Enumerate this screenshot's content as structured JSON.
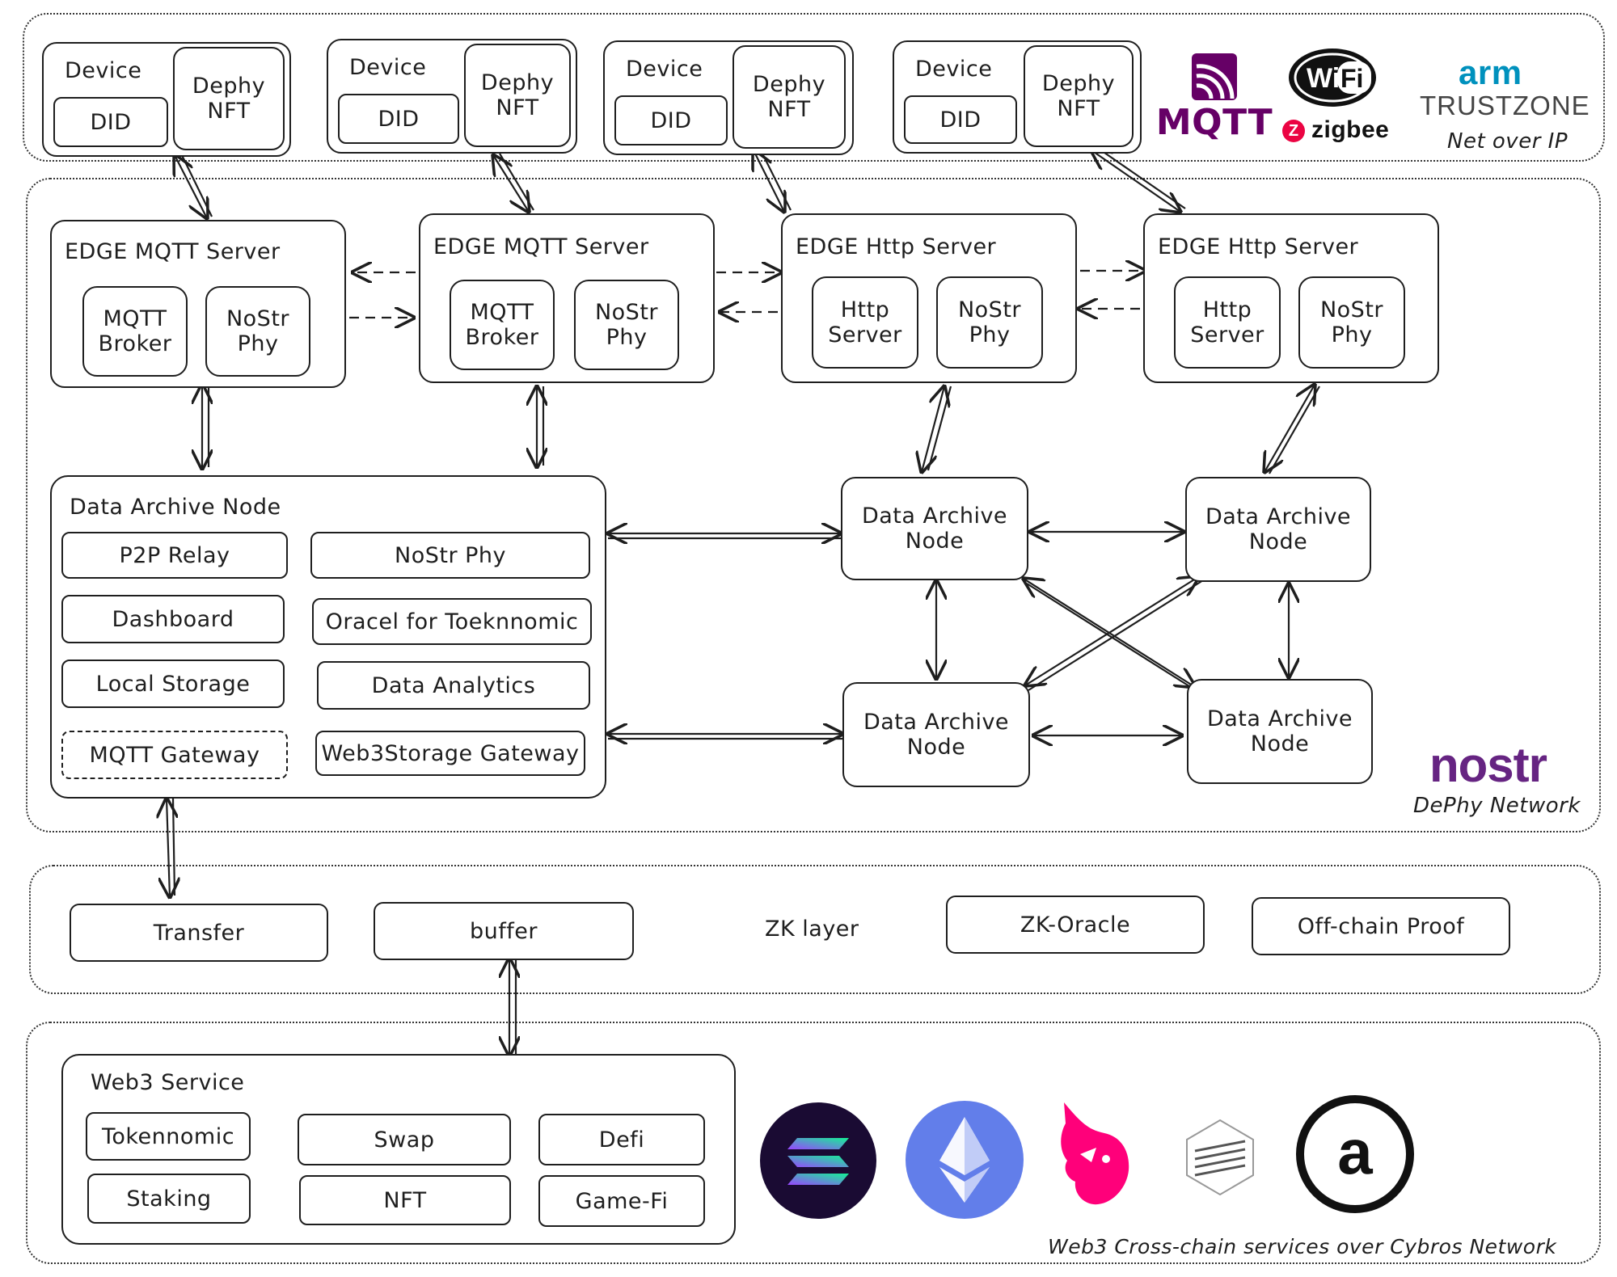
{
  "devices": [
    {
      "device": "Device",
      "did": "DID",
      "nft_line1": "Dephy",
      "nft_line2": "NFT"
    },
    {
      "device": "Device",
      "did": "DID",
      "nft_line1": "Dephy",
      "nft_line2": "NFT"
    },
    {
      "device": "Device",
      "did": "DID",
      "nft_line1": "Dephy",
      "nft_line2": "NFT"
    },
    {
      "device": "Device",
      "did": "DID",
      "nft_line1": "Dephy",
      "nft_line2": "NFT"
    }
  ],
  "device_layer": {
    "label": "Net over IP",
    "logos": {
      "mqtt": "MQTT",
      "wifi": "Wi Fi",
      "zigbee": "zigbee",
      "arm": "arm",
      "trustzone": "TRUSTZONE"
    }
  },
  "edge_servers": [
    {
      "title": "EDGE MQTT Server",
      "a1": "MQTT",
      "a2": "Broker",
      "b1": "NoStr",
      "b2": "Phy"
    },
    {
      "title": "EDGE MQTT Server",
      "a1": "MQTT",
      "a2": "Broker",
      "b1": "NoStr",
      "b2": "Phy"
    },
    {
      "title": "EDGE Http Server",
      "a1": "Http",
      "a2": "Server",
      "b1": "NoStr",
      "b2": "Phy"
    },
    {
      "title": "EDGE Http Server",
      "a1": "Http",
      "a2": "Server",
      "b1": "NoStr",
      "b2": "Phy"
    }
  ],
  "main_archive": {
    "title": "Data Archive Node",
    "items": [
      "P2P Relay",
      "NoStr Phy",
      "Dashboard",
      "Oracel for Toeknnomic",
      "Local Storage",
      "Data Analytics",
      "MQTT Gateway",
      "Web3Storage Gateway"
    ]
  },
  "archive_nodes": [
    {
      "l1": "Data Archive",
      "l2": "Node"
    },
    {
      "l1": "Data Archive",
      "l2": "Node"
    },
    {
      "l1": "Data Archive",
      "l2": "Node"
    },
    {
      "l1": "Data Archive",
      "l2": "Node"
    }
  ],
  "dephy_layer": {
    "logo": "nostr",
    "label": "DePhy Network"
  },
  "zk_layer": {
    "transfer": "Transfer",
    "buffer": "buffer",
    "label": "ZK layer",
    "oracle": "ZK-Oracle",
    "proof": "Off-chain Proof"
  },
  "web3": {
    "title": "Web3 Service",
    "items": [
      "Tokennomic",
      "Swap",
      "Defi",
      "Staking",
      "NFT",
      "Game-Fi"
    ],
    "label": "Web3 Cross-chain services over Cybros Network",
    "logos": [
      "solana",
      "ethereum",
      "uniswap",
      "cross-chain-bridge",
      "arweave"
    ]
  },
  "colors": {
    "mqtt": "#660066",
    "nostr": "#662482",
    "arm": "#0091bd",
    "zigbee": "#eb0443",
    "eth": "#627eea",
    "solana_bg": "#1a0b33",
    "uniswap": "#ff007a"
  }
}
